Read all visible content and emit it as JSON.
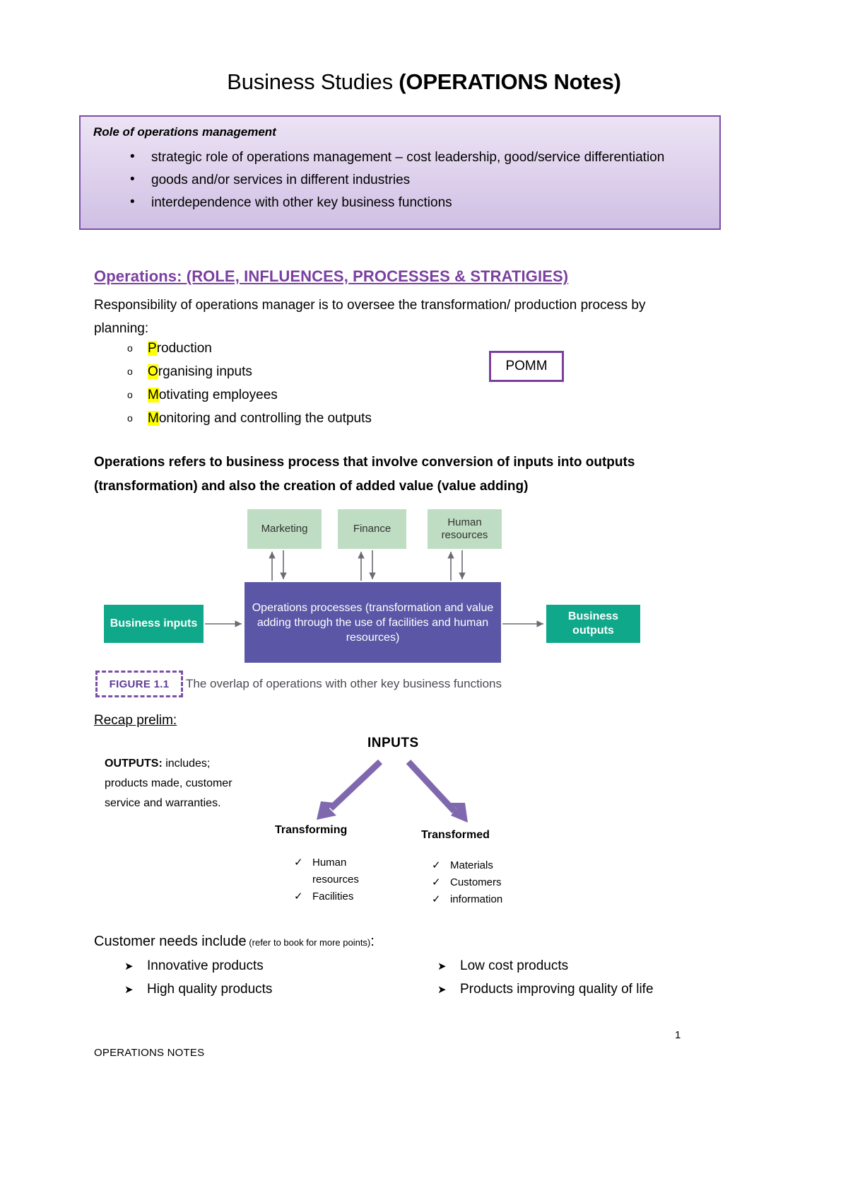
{
  "document": {
    "title_plain": "Business Studies ",
    "title_bold": "(OPERATIONS Notes)",
    "page_number": "1",
    "footer": "OPERATIONS NOTES"
  },
  "syllabus_box": {
    "heading": "Role of operations management",
    "bullets": [
      "strategic role of operations management – cost leadership, good/service differentiation",
      "goods and/or services in different industries",
      "interdependence with other key business functions"
    ],
    "border_color": "#7B4FA6"
  },
  "operations_section": {
    "heading": "Operations:  (ROLE, INFLUENCES, PROCESSES & STRATIGIES)",
    "heading_color": "#7B3FA0",
    "intro": "Responsibility of operations manager is to oversee the transformation/ production process by planning:",
    "pomm_items": [
      {
        "initial": "P",
        "rest": "roduction"
      },
      {
        "initial": "O",
        "rest": "rganising inputs"
      },
      {
        "initial": "M",
        "rest": "otivating employees"
      },
      {
        "initial": "M",
        "rest": "onitoring and controlling the outputs"
      }
    ],
    "pomm_box_label": "POMM",
    "highlight_color": "#FFFF00",
    "definition": "Operations refers to business process that involve conversion of inputs into outputs (transformation) and also the creation of added value (value adding)"
  },
  "figure_1_1": {
    "tag": "FIGURE 1.1",
    "caption": "The overlap of operations with other key business functions",
    "function_boxes": [
      "Marketing",
      "Finance",
      "Human resources"
    ],
    "operations_box": "Operations processes (transformation and value adding through the use of facilities and human resources)",
    "input_box": "Business inputs",
    "output_box": "Business outputs",
    "colors": {
      "function_box": "#BEDDC2",
      "operations_box": "#5B57A6",
      "io_box": "#10A88A",
      "tag": "#5C3D96"
    }
  },
  "recap": {
    "heading": "Recap prelim:",
    "outputs_label": "OUTPUTS:",
    "outputs_text": " includes; products made, customer service and warranties.",
    "inputs_label": "INPUTS",
    "branches": [
      {
        "label": "Transforming",
        "items": [
          "Human",
          "resources",
          "Facilities"
        ]
      },
      {
        "label": "Transformed",
        "items": [
          "Materials",
          "Customers",
          "information"
        ]
      }
    ],
    "arrow_color": "#8068AE"
  },
  "customer_needs": {
    "heading_main": "Customer needs include",
    "heading_small": " (refer to book for more points)",
    "heading_colon": ":",
    "left_items": [
      "Innovative products",
      "High quality products"
    ],
    "right_items": [
      "Low cost products",
      "Products improving quality of life"
    ]
  }
}
